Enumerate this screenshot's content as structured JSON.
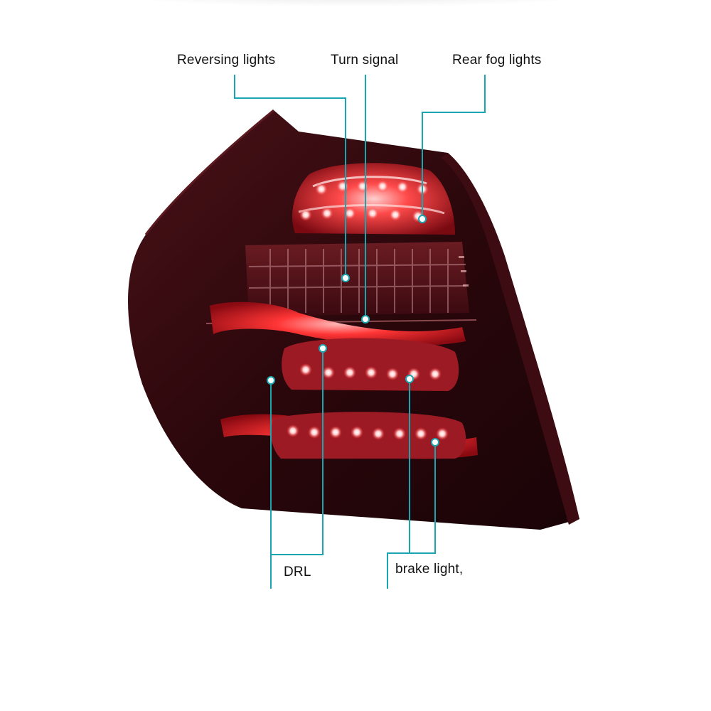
{
  "labels": {
    "reversing": "Reversing lights",
    "turn": "Turn signal",
    "fog": "Rear fog lights",
    "drl": "DRL",
    "brake": "brake light,"
  },
  "colors": {
    "callout_line": "#1aa6b0",
    "housing_dark": "#2a0a0e",
    "glow_red": "#ff2a2a",
    "led_white": "#ffe6e6"
  },
  "image": {
    "subject": "tail-light-assembly"
  }
}
